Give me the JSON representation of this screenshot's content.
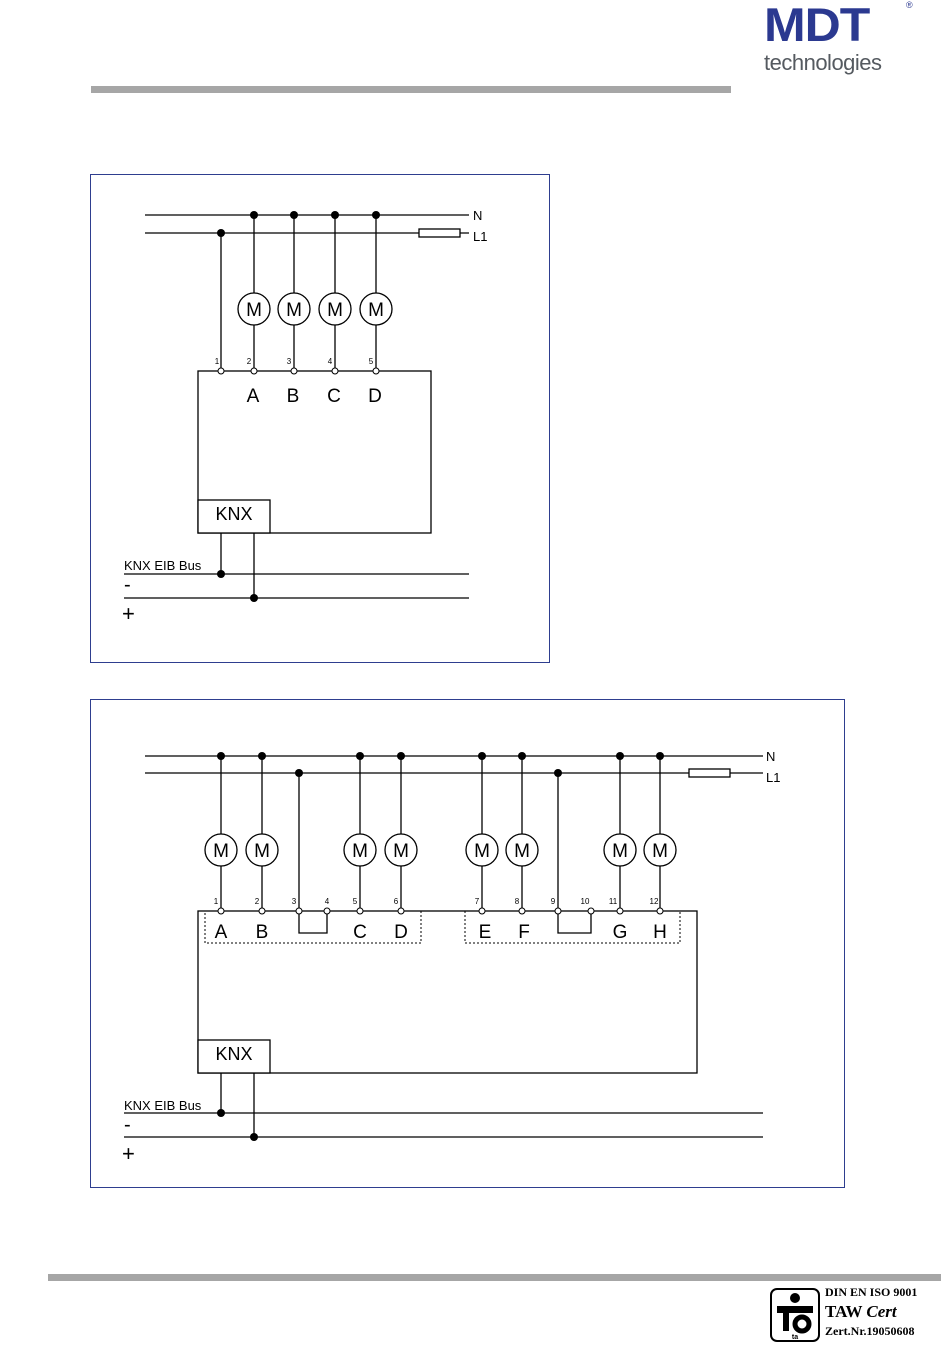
{
  "header": {
    "logo_mark": "MDT",
    "logo_registered": "®",
    "logo_subtitle": "technologies"
  },
  "diagram1": {
    "line_n": "N",
    "line_l1": "L1",
    "motor_symbol": "M",
    "terminals": [
      "1",
      "2",
      "3",
      "4",
      "5"
    ],
    "channels": [
      "A",
      "B",
      "C",
      "D"
    ],
    "device_label": "KNX",
    "bus_label": "KNX EIB Bus",
    "bus_minus": "-",
    "bus_plus": "+"
  },
  "diagram2": {
    "line_n": "N",
    "line_l1": "L1",
    "motor_symbol": "M",
    "terminals": [
      "1",
      "2",
      "3",
      "4",
      "5",
      "6",
      "7",
      "8",
      "9",
      "10",
      "11",
      "12"
    ],
    "channels": [
      "A",
      "B",
      "C",
      "D",
      "E",
      "F",
      "G",
      "H"
    ],
    "device_label": "KNX",
    "bus_label": "KNX EIB Bus",
    "bus_minus": "-",
    "bus_plus": "+"
  },
  "certification": {
    "line1": "DIN EN ISO 9001",
    "line2_bold": "TAW ",
    "line2_italic": "Cert",
    "line3": "Zert.Nr.19050608",
    "logo_text": "ta"
  },
  "colors": {
    "brand_blue": "#2b3990",
    "frame_blue": "#2e3e8f",
    "rule_gray": "#a6a6a6"
  }
}
